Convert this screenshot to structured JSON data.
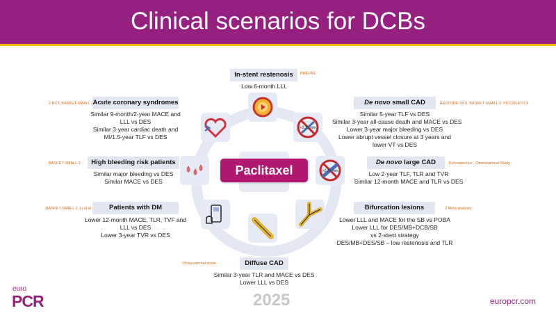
{
  "title": "Clinical scenarios for DCBs",
  "center_label": "Paclitaxel",
  "scenarios": {
    "isr": {
      "label": "In-stent restenosis",
      "ref": "PREVAIL",
      "lines": [
        "Low 6-month LLL"
      ]
    },
    "acs": {
      "label": "Acute coronary syndromes",
      "ref": "2 RCT, BASKET-SMALL 2",
      "lines": [
        "Similar 9-month/2-year MACE and",
        "LLL vs DES",
        "Similar 3-year cardiac death and",
        "MI/1.5-year TLF vs DES"
      ]
    },
    "small": {
      "label_em": "De novo",
      "label_rest": " small CAD",
      "ref": "RESTORE SVD, BASKET-SMALL 2, PICCOLETO II",
      "lines": [
        "Similar 5-year TLF vs DES",
        "Similar 3-year all-cause death and MACE vs DES",
        "Lower 3-year major bleeding vs DES",
        "Lower abrupt vessel closure at 3 years and",
        "lower VT vs DES"
      ]
    },
    "hbr": {
      "label": "High bleeding risk patients",
      "ref": "BASKET-SMALL 2",
      "lines": [
        "Similar major bleeding vs DES",
        "Similar MACE vs DES"
      ]
    },
    "large": {
      "label_em": "De novo",
      "label_rest": " large CAD",
      "ref": "Retrospective , Observational Study",
      "lines": [
        "Low 2-year TLF, TLR and TVR",
        "Similar 12-month MACE and TLR vs DES"
      ]
    },
    "dm": {
      "label": "Patients with DM",
      "ref": "BASKET-SMALL 2, Li et al",
      "lines": [
        "Lower 12-month MACE, TLR, TVF and",
        "LLL vs DES",
        "Lower 3-year TVR vs DES"
      ]
    },
    "bif": {
      "label": "Bifurcation lesions",
      "ref": "2 Meta analysis",
      "lines": [
        "Lower LLL and MACE for the SB vs POBA",
        "Lower LLL for DES/MB+DCB/SB",
        "vs 2-stent strategy",
        "DES/MB+DES/SB – low restenosis and TLR"
      ]
    },
    "diffuse": {
      "label": "Diffuse CAD",
      "ref": "Observational stude",
      "lines": [
        "Similar 3-year TLR and MACE vs DES",
        "Lower LLL vs DES"
      ]
    }
  },
  "icons": {
    "isr": "stent-clock-icon",
    "small": "no-small-vessel-icon",
    "large": "no-large-vessel-icon",
    "small_size": "<2.75 mm",
    "large_size": ">2.75 mm",
    "bif": "bifurcation-icon",
    "diffuse": "diffuse-vessel-icon",
    "dm": "glucose-meter-icon",
    "hbr": "blood-drops-icon",
    "acs": "heart-icon"
  },
  "footer": {
    "logo_small": "euro",
    "logo_big": "PCR",
    "year": "2025",
    "url": "europcr.com"
  },
  "colors": {
    "brand": "#96207f",
    "accent_line": "#f4b800",
    "pill": "#b0176e",
    "ref_text": "#d36b14",
    "label_bg": "#e2e5f2"
  }
}
